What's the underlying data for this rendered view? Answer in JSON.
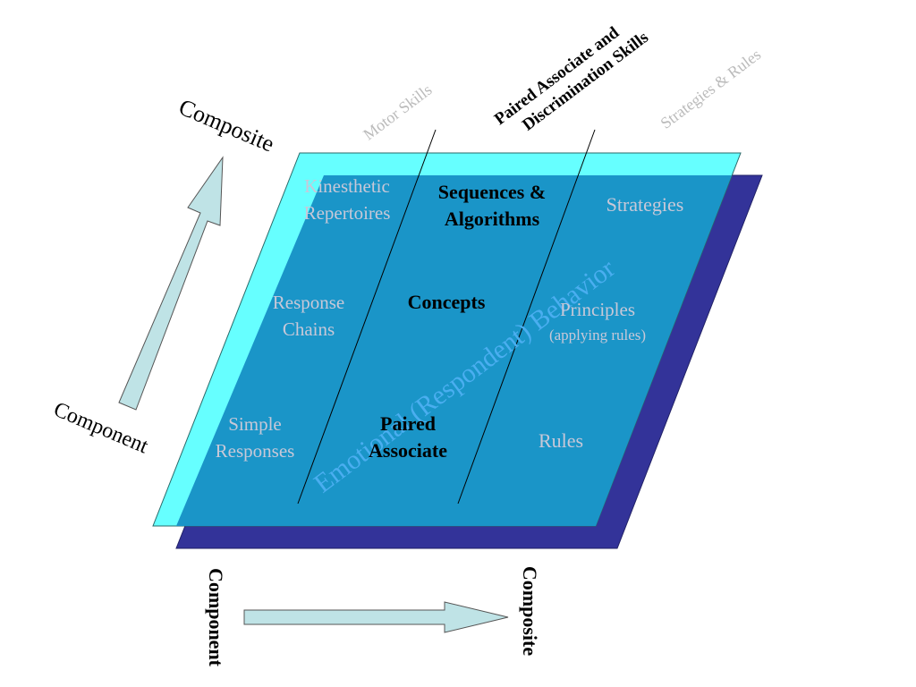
{
  "colors": {
    "back_plane": "#333399",
    "front_plane": "#66ffff",
    "overlap": "#1a95c8",
    "arrow_fill": "#bfe3e6",
    "light_text": "#c8c8d8",
    "grey_header": "#bbbbbb",
    "watermark": "#4aaef0"
  },
  "axes": {
    "vertical_top": "Composite",
    "vertical_bottom": "Component",
    "horizontal_left": "Component",
    "horizontal_right": "Composite"
  },
  "columns": {
    "motor": "Motor Skills",
    "paired_line1": "Paired Associate and",
    "paired_line2": "Discrimination Skills",
    "strategies": "Strategies & Rules"
  },
  "cells": {
    "kinesthetic_1": "Kinesthetic",
    "kinesthetic_2": "Repertoires",
    "sequences_1": "Sequences &",
    "sequences_2": "Algorithms",
    "strategies": "Strategies",
    "response_1": "Response",
    "response_2": "Chains",
    "concepts": "Concepts",
    "principles_1": "Principles",
    "principles_2": "(applying rules)",
    "simple_1": "Simple",
    "simple_2": "Responses",
    "paired_1": "Paired",
    "paired_2": "Associate",
    "rules": "Rules"
  },
  "watermark": "Emotional (Respondent) Behavior"
}
